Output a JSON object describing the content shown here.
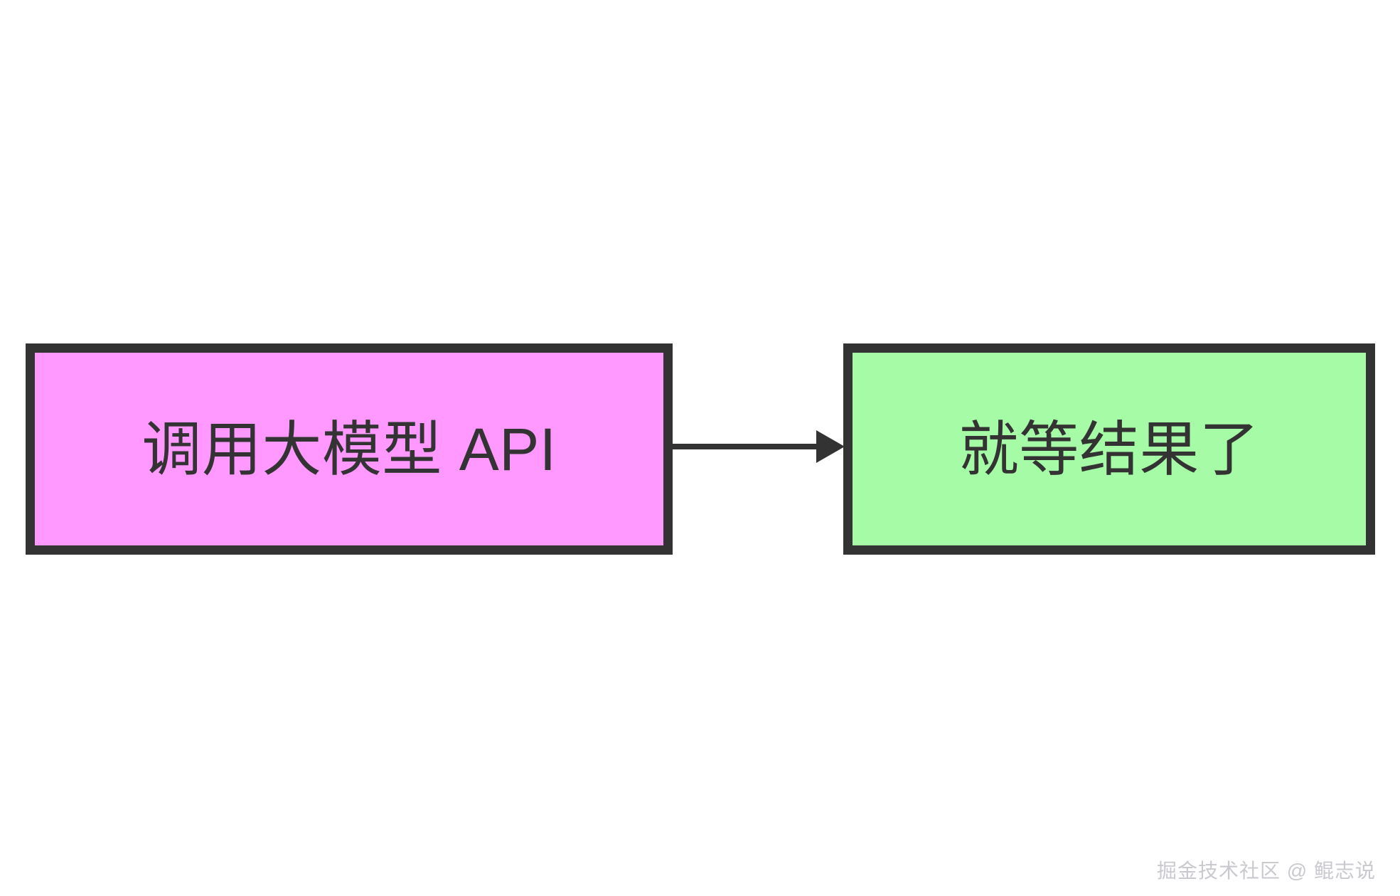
{
  "diagram": {
    "type": "flowchart",
    "orientation": "left-to-right",
    "background_color": "#FFFFFF",
    "border_color": "#333333",
    "text_color": "#333333",
    "nodes": [
      {
        "id": "call-api",
        "label": "调用大模型 API",
        "fill_color": "#FF99FF",
        "shape": "rectangle"
      },
      {
        "id": "wait-result",
        "label": "就等结果了",
        "fill_color": "#A6FBA6",
        "shape": "rectangle"
      }
    ],
    "edges": [
      {
        "id": "call-api-to-wait-result",
        "from": "call-api",
        "to": "wait-result",
        "label": "",
        "style": "solid",
        "arrowhead": "filled-triangle",
        "color": "#333333"
      }
    ]
  },
  "watermark": {
    "text": "掘金技术社区 @ 鲲志说",
    "color": "#C9C9CF"
  }
}
